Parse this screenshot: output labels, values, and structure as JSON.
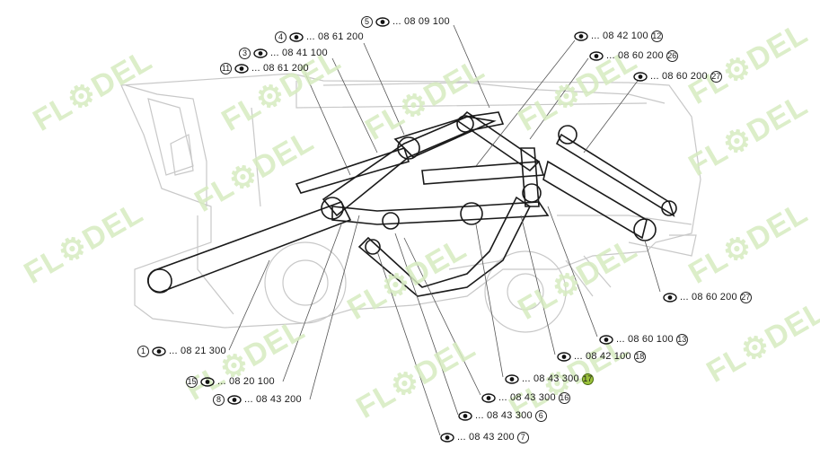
{
  "watermark": {
    "text": "FL⚙DEL"
  },
  "callouts": [
    {
      "num": "5",
      "ref": "... 08 09 100",
      "side": "left"
    },
    {
      "num": "4",
      "ref": "... 08 61 200",
      "side": "left"
    },
    {
      "num": "3",
      "ref": "... 08 41 100",
      "side": "left"
    },
    {
      "num": "11",
      "ref": "... 08 61 200",
      "side": "left"
    },
    {
      "num": "12",
      "ref": "... 08 42 100",
      "side": "right"
    },
    {
      "num": "26",
      "ref": "... 08 60 200",
      "side": "right"
    },
    {
      "num": "27",
      "ref": "... 08 60 200",
      "side": "right"
    },
    {
      "num": "27",
      "ref": "... 08 60 200",
      "side": "right"
    },
    {
      "num": "13",
      "ref": "... 08 60 100",
      "side": "right"
    },
    {
      "num": "18",
      "ref": "... 08 42 100",
      "side": "right"
    },
    {
      "num": "17",
      "ref": "... 08 43 300",
      "side": "right",
      "highlight": true
    },
    {
      "num": "16",
      "ref": "... 08 43 300",
      "side": "right"
    },
    {
      "num": "6",
      "ref": "... 08 43 300",
      "side": "right"
    },
    {
      "num": "7",
      "ref": "... 08 43 200",
      "side": "right"
    },
    {
      "num": "1",
      "ref": "... 08 21 300",
      "side": "left"
    },
    {
      "num": "15",
      "ref": "... 08 20 100",
      "side": "left"
    },
    {
      "num": "8",
      "ref": "... 08 43 200",
      "side": "left"
    }
  ]
}
